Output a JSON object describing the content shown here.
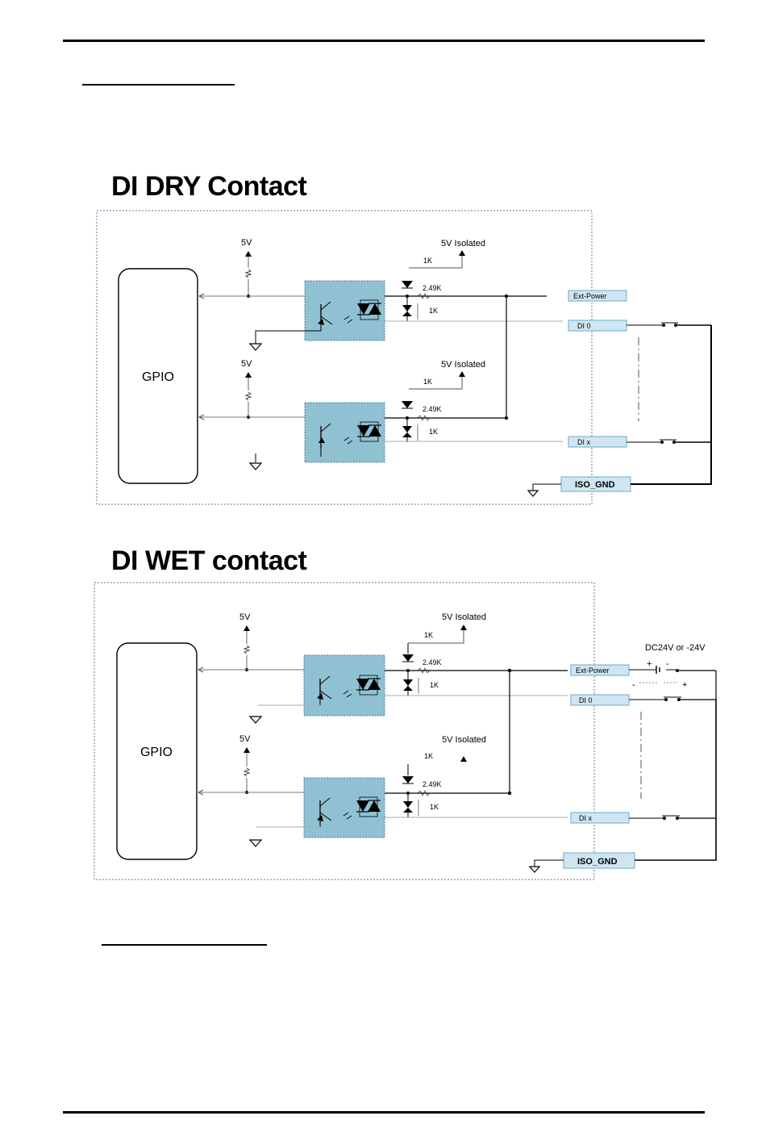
{
  "sections": {
    "dry": {
      "title": "DI DRY Contact",
      "gpio": "GPIO",
      "v5": "5V",
      "v5_iso": "5V Isolated",
      "r_1k": "1K",
      "r_249k": "2.49K",
      "ext_power": "Ext-Power",
      "di0": "DI 0",
      "dix": "DI x",
      "iso_gnd": "ISO_GND"
    },
    "wet": {
      "title": "DI WET contact",
      "gpio": "GPIO",
      "v5": "5V",
      "v5_iso": "5V Isolated",
      "r_1k": "1K",
      "r_249k": "2.49K",
      "ext_power": "Ext-Power",
      "di0": "DI 0",
      "dix": "DI x",
      "iso_gnd": "ISO_GND",
      "supply": "DC24V or -24V",
      "plus": "+",
      "minus": "-"
    }
  },
  "colors": {
    "opto_fill": "#8fc1d3",
    "label_fill": "#cfe6f2",
    "label_border": "#6fa9c6",
    "frame": "#7a8fb0"
  }
}
